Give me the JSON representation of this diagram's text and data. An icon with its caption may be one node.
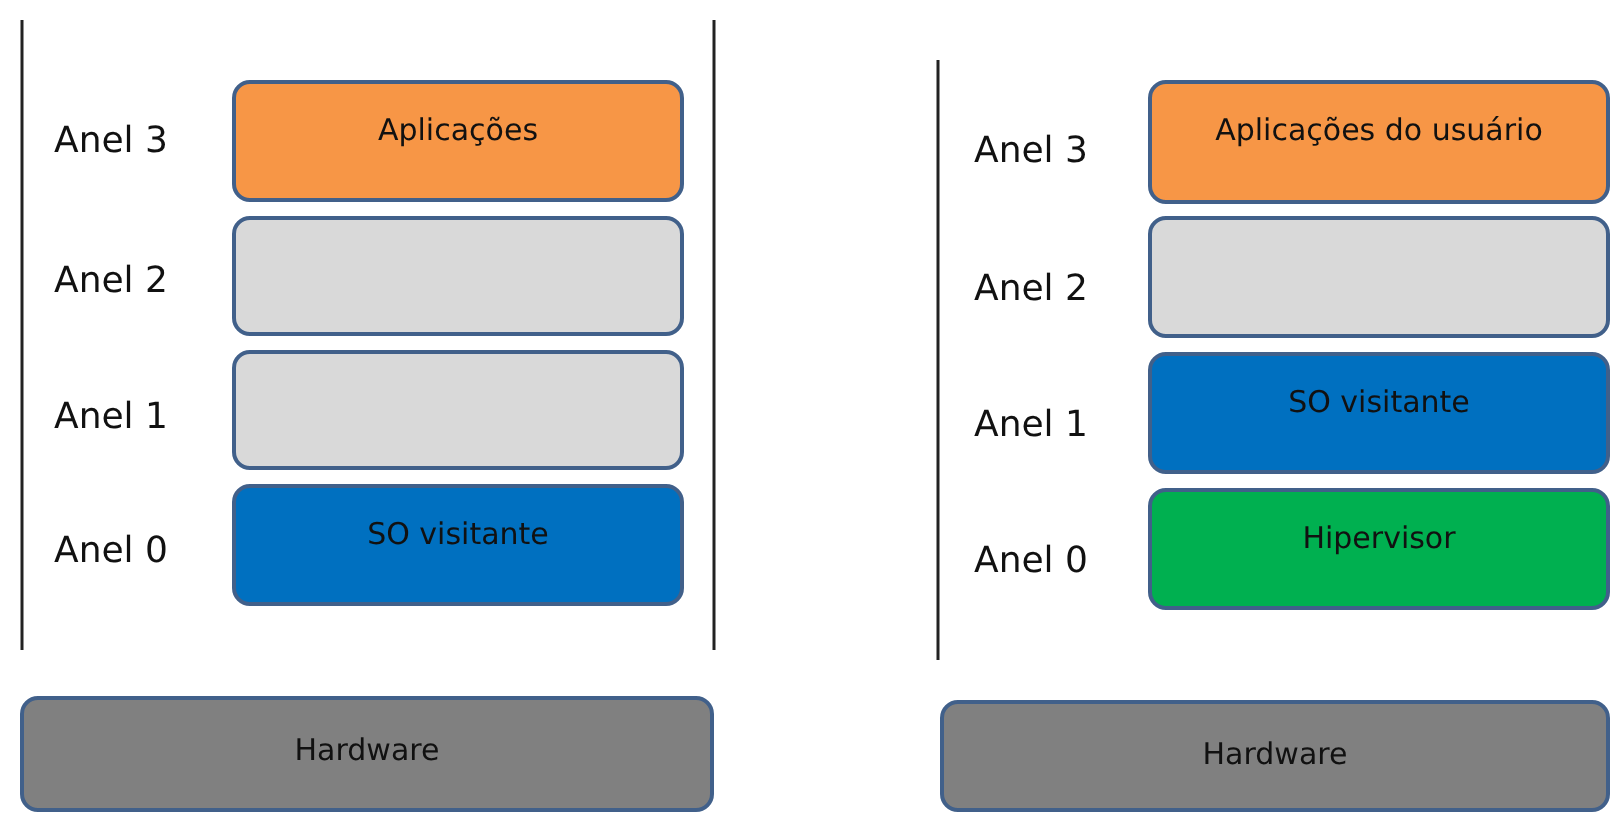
{
  "diagram": {
    "nodes": [
      {
        "text": [
          "Aplicações"
        ]
      },
      {
        "text": [],
        "shape": "box"
      },
      {
        "text": [],
        "shape": "box"
      },
      {
        "text": [
          "SO visitante"
        ]
      },
      {
        "text": [
          "Hardware"
        ]
      },
      {
        "text": [
          "Aplicações do usuário"
        ]
      },
      {
        "text": [],
        "shape": "box"
      },
      {
        "text": [
          "SO visitante"
        ]
      },
      {
        "text": [
          "Hipervisor"
        ]
      },
      {
        "text": [
          "Hardware"
        ]
      }
    ],
    "edges": [],
    "labels": [
      "Anel 3",
      "Anel 2",
      "Anel 1",
      "Anel 0",
      "Anel 3",
      "Anel 2",
      "Anel 1",
      "Anel 0"
    ]
  }
}
